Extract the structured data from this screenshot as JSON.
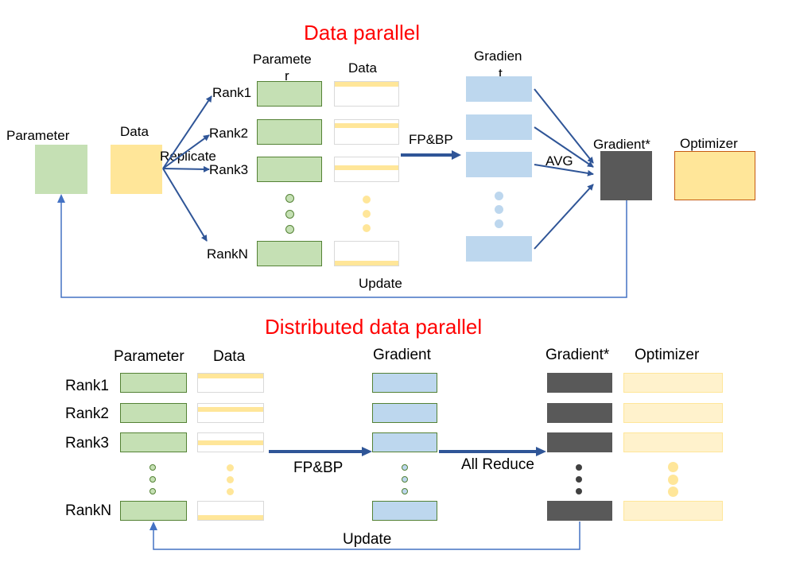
{
  "top": {
    "title": "Data parallel",
    "param_label": "Parameter",
    "data_label": "Data",
    "replicate_label": "Replicate",
    "param_col_label_line1": "Paramete",
    "param_col_label_line2": "r",
    "data_col_label": "Data",
    "gradient_col_label_line1": "Gradien",
    "gradient_col_label_line2": "t",
    "ranks": [
      "Rank1",
      "Rank2",
      "Rank3",
      "RankN"
    ],
    "fpbp_label": "FP&BP",
    "avg_label": "AVG",
    "gradient_star_label": "Gradient*",
    "optimizer_label": "Optimizer",
    "update_label": "Update"
  },
  "bottom": {
    "title": "Distributed data parallel",
    "param_label": "Parameter",
    "data_label": "Data",
    "gradient_label": "Gradient",
    "gradient_star_label": "Gradient*",
    "optimizer_label": "Optimizer",
    "ranks": [
      "Rank1",
      "Rank2",
      "Rank3",
      "RankN"
    ],
    "fpbp_label": "FP&BP",
    "allreduce_label": "All Reduce",
    "update_label": "Update"
  },
  "colors": {
    "title": "#ff0000",
    "param_fill": "#c5e0b4",
    "param_border": "#548235",
    "data_fill": "#ffe699",
    "gradient_fill": "#bdd7ee",
    "gradient_star_fill": "#595959",
    "optimizer_fill": "#ffe699",
    "optimizer_border": "#c55a11",
    "arrow": "#2f5597",
    "update_line": "#4472c4"
  }
}
